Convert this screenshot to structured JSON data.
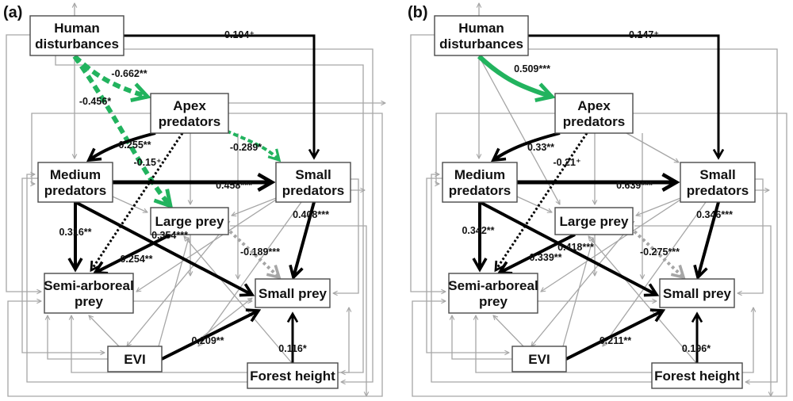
{
  "nodes": {
    "human": [
      "Human",
      "disturbances"
    ],
    "apex": [
      "Apex",
      "predators"
    ],
    "medium": [
      "Medium",
      "predators"
    ],
    "small_pred": [
      "Small",
      "predators"
    ],
    "large_prey": [
      "Large prey"
    ],
    "semi": [
      "Semi-arboreal",
      "prey"
    ],
    "small_prey": [
      "Small prey"
    ],
    "evi": [
      "EVI"
    ],
    "forest": [
      "Forest height"
    ]
  },
  "colors": {
    "positive": "#000000",
    "negative_gray": "#a6a6a6",
    "human_effect": "#22b35e",
    "non_significant": "#a6a6a6"
  },
  "panels": [
    {
      "label": "(a)",
      "edges": [
        {
          "from": "human",
          "to": "small_pred",
          "coef": "0.104⁺",
          "style": "solid",
          "color": "black",
          "weight": 3
        },
        {
          "from": "human",
          "to": "apex",
          "coef": "-0.662**",
          "style": "dashed",
          "color": "green",
          "weight": 6
        },
        {
          "from": "human",
          "to": "large_prey",
          "coef": "-0.456*",
          "style": "dashed",
          "color": "green",
          "weight": 6
        },
        {
          "from": "apex",
          "to": "medium",
          "coef": "0.255**",
          "style": "solid",
          "color": "black",
          "weight": 4
        },
        {
          "from": "apex",
          "to": "semi",
          "coef": "-0.15⁺",
          "style": "dotted",
          "color": "black",
          "weight": 3
        },
        {
          "from": "apex",
          "to": "small_pred",
          "coef": "-0.289*",
          "style": "dashed",
          "color": "green",
          "weight": 4
        },
        {
          "from": "medium",
          "to": "small_pred",
          "coef": "0.458***",
          "style": "solid",
          "color": "black",
          "weight": 5
        },
        {
          "from": "medium",
          "to": "semi",
          "coef": "0.316**",
          "style": "solid",
          "color": "black",
          "weight": 4
        },
        {
          "from": "medium",
          "to": "small_prey",
          "coef": "0.354***",
          "style": "solid",
          "color": "black",
          "weight": 4
        },
        {
          "from": "large_prey",
          "to": "semi",
          "coef": "0.254**",
          "style": "solid",
          "color": "black",
          "weight": 4
        },
        {
          "from": "large_prey",
          "to": "small_prey",
          "coef": "-0.189***",
          "style": "dotted",
          "color": "gray",
          "weight": 4
        },
        {
          "from": "small_pred",
          "to": "small_prey",
          "coef": "0.408***",
          "style": "solid",
          "color": "black",
          "weight": 4
        },
        {
          "from": "evi",
          "to": "small_prey",
          "coef": "0.209**",
          "style": "solid",
          "color": "black",
          "weight": 4
        },
        {
          "from": "forest",
          "to": "small_prey",
          "coef": "0.116*",
          "style": "solid",
          "color": "black",
          "weight": 3
        }
      ]
    },
    {
      "label": "(b)",
      "edges": [
        {
          "from": "human",
          "to": "small_pred",
          "coef": "0.147⁺",
          "style": "solid",
          "color": "black",
          "weight": 3
        },
        {
          "from": "human",
          "to": "apex",
          "coef": "0.509***",
          "style": "solid",
          "color": "green",
          "weight": 6
        },
        {
          "from": "apex",
          "to": "medium",
          "coef": "0.33**",
          "style": "solid",
          "color": "black",
          "weight": 4
        },
        {
          "from": "apex",
          "to": "semi",
          "coef": "-0.21⁺",
          "style": "dotted",
          "color": "black",
          "weight": 3
        },
        {
          "from": "medium",
          "to": "small_pred",
          "coef": "0.639***",
          "style": "solid",
          "color": "black",
          "weight": 5
        },
        {
          "from": "medium",
          "to": "semi",
          "coef": "0.342**",
          "style": "solid",
          "color": "black",
          "weight": 4
        },
        {
          "from": "medium",
          "to": "small_prey",
          "coef": "0.418***",
          "style": "solid",
          "color": "black",
          "weight": 4
        },
        {
          "from": "large_prey",
          "to": "semi",
          "coef": "0.339**",
          "style": "solid",
          "color": "black",
          "weight": 4
        },
        {
          "from": "large_prey",
          "to": "small_prey",
          "coef": "-0.275***",
          "style": "dotted",
          "color": "gray",
          "weight": 4
        },
        {
          "from": "small_pred",
          "to": "small_prey",
          "coef": "0.346***",
          "style": "solid",
          "color": "black",
          "weight": 4
        },
        {
          "from": "evi",
          "to": "small_prey",
          "coef": "0.211**",
          "style": "solid",
          "color": "black",
          "weight": 4
        },
        {
          "from": "forest",
          "to": "small_prey",
          "coef": "0.196*",
          "style": "solid",
          "color": "black",
          "weight": 3
        }
      ]
    }
  ]
}
